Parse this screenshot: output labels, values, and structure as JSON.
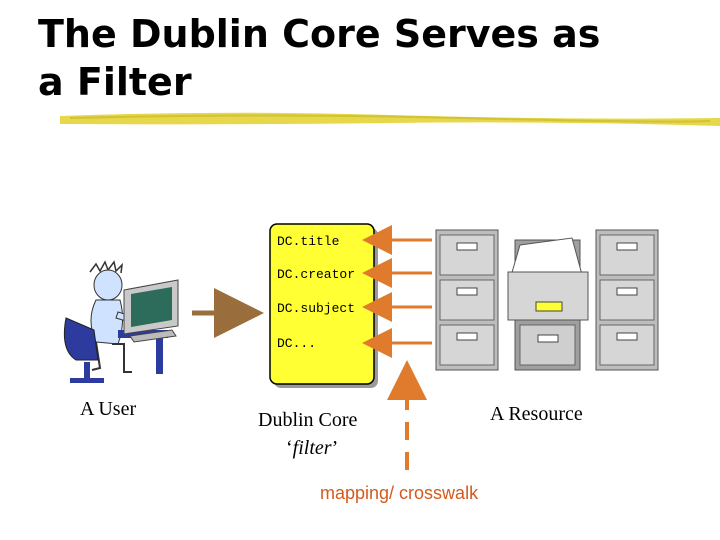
{
  "title": {
    "line1": "The Dublin Core Serves as",
    "line2": "a Filter"
  },
  "filter_box": {
    "items": [
      "DC.title",
      "DC.creator",
      "DC.subject",
      "DC..."
    ]
  },
  "labels": {
    "user": "A User",
    "dublin_core": "Dublin Core",
    "filter": "filter",
    "resource": "A Resource",
    "mapping": "mapping/ crosswalk"
  },
  "colors": {
    "filter_fill": "#ffff33",
    "user_arrow": "#9a6e3c",
    "mapping_arrow": "#e07a2c",
    "underline": "#e6d84a"
  }
}
